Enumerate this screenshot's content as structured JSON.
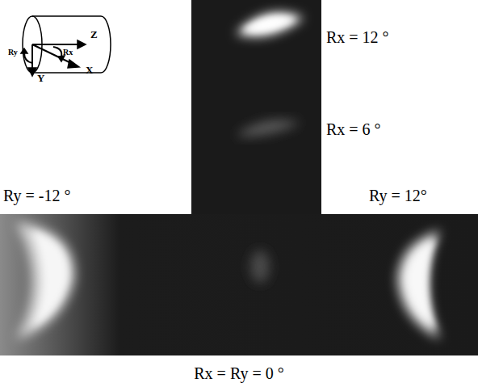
{
  "diagram": {
    "labels": [
      "Rx = 12 °",
      "Rx = 6 °",
      "Ry = -12 °",
      "Ry = 12°",
      "Rx = Ry = 0 °",
      "Z",
      "X",
      "Y",
      "Ry",
      "Rx"
    ]
  }
}
